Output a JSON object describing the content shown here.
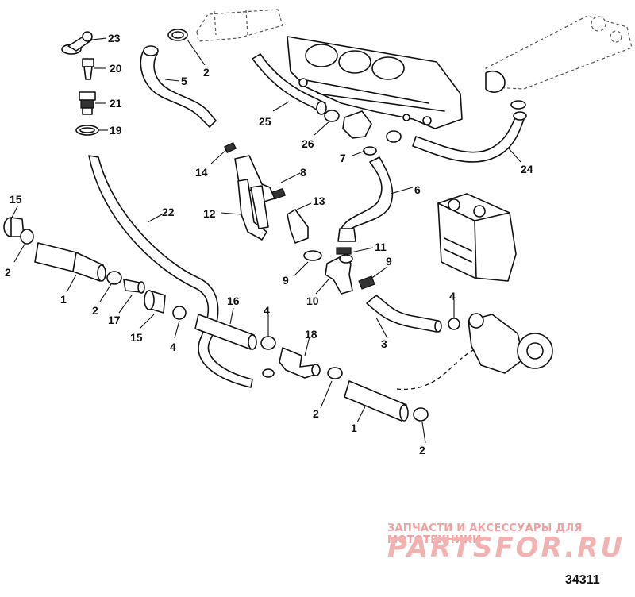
{
  "callouts": [
    {
      "id": "c23",
      "label": "23"
    },
    {
      "id": "c20",
      "label": "20"
    },
    {
      "id": "c21",
      "label": "21"
    },
    {
      "id": "c19",
      "label": "19"
    },
    {
      "id": "c5",
      "label": "5"
    },
    {
      "id": "c2a",
      "label": "2"
    },
    {
      "id": "c25",
      "label": "25"
    },
    {
      "id": "c26",
      "label": "26"
    },
    {
      "id": "c7",
      "label": "7"
    },
    {
      "id": "c24",
      "label": "24"
    },
    {
      "id": "c14",
      "label": "14"
    },
    {
      "id": "c8",
      "label": "8"
    },
    {
      "id": "c6",
      "label": "6"
    },
    {
      "id": "c13",
      "label": "13"
    },
    {
      "id": "c12",
      "label": "12"
    },
    {
      "id": "c22",
      "label": "22"
    },
    {
      "id": "c15a",
      "label": "15"
    },
    {
      "id": "c2b",
      "label": "2"
    },
    {
      "id": "c1a",
      "label": "1"
    },
    {
      "id": "c2c",
      "label": "2"
    },
    {
      "id": "c17",
      "label": "17"
    },
    {
      "id": "c15b",
      "label": "15"
    },
    {
      "id": "c4a",
      "label": "4"
    },
    {
      "id": "c16",
      "label": "16"
    },
    {
      "id": "c11",
      "label": "11"
    },
    {
      "id": "c9a",
      "label": "9"
    },
    {
      "id": "c9b",
      "label": "9"
    },
    {
      "id": "c10",
      "label": "10"
    },
    {
      "id": "c4b",
      "label": "4"
    },
    {
      "id": "c4c",
      "label": "4"
    },
    {
      "id": "c3",
      "label": "3"
    },
    {
      "id": "c18",
      "label": "18"
    },
    {
      "id": "c2d",
      "label": "2"
    },
    {
      "id": "c1b",
      "label": "1"
    },
    {
      "id": "c2e",
      "label": "2"
    }
  ],
  "watermark": {
    "tagline": "ЗАПЧАСТИ И АКСЕССУАРЫ ДЛЯ МОТОТЕХНИКИ",
    "brand": "PARTSFOR.RU"
  },
  "diagram_id": "34311"
}
